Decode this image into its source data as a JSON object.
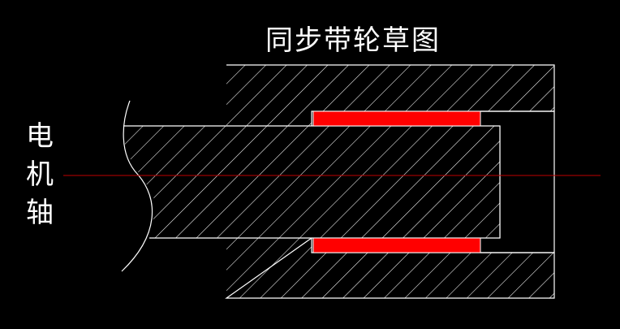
{
  "title": "同步带轮草图",
  "shaft_label": [
    "电",
    "机",
    "轴"
  ],
  "colors": {
    "background": "#000000",
    "outline": "#ffffff",
    "hatch": "#ffffff",
    "key": "#ff0000",
    "centerline": "#c00000"
  }
}
